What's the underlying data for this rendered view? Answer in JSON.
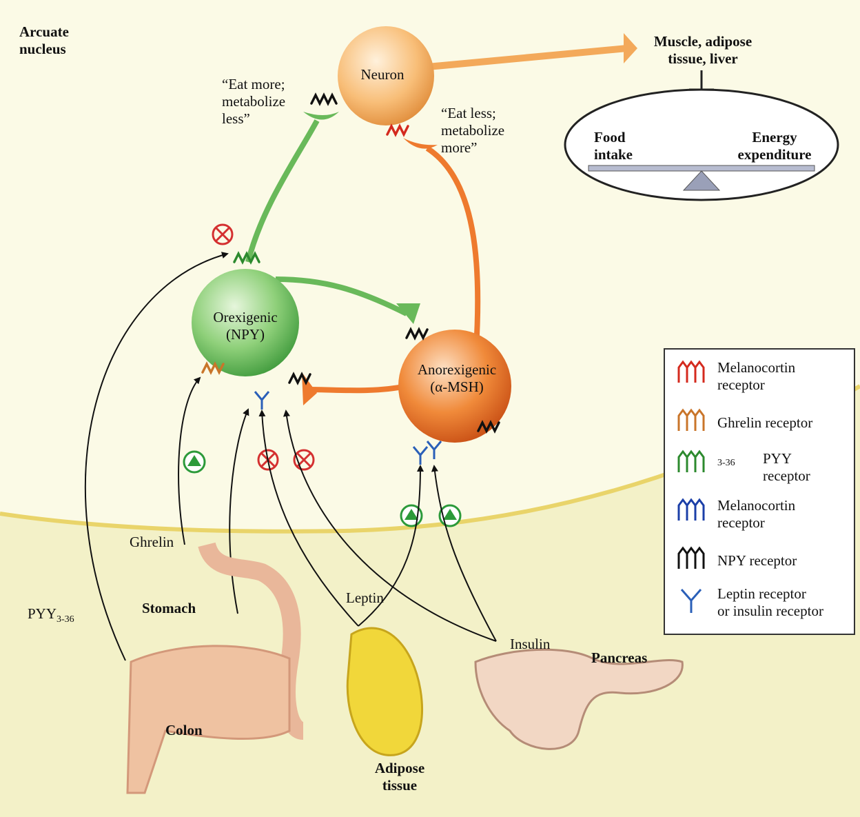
{
  "title": "Arcuate\nnucleus",
  "neurons": {
    "top": "Neuron",
    "orexigenic": "Orexigenic\n(NPY)",
    "anorexigenic": "Anorexigenic\n(α-MSH)"
  },
  "targets": "Muscle, adipose\ntissue, liver",
  "messages": {
    "eat_more": "“Eat more;\nmetabolize\nless”",
    "eat_less": "“Eat less;\nmetabolize\nmore”"
  },
  "balance": {
    "left": "Food\nintake",
    "right": "Energy\nexpenditure"
  },
  "signals": {
    "ghrelin": "Ghrelin",
    "pyy": "PYY",
    "pyy_sub": "3-36",
    "leptin": "Leptin",
    "insulin": "Insulin"
  },
  "organs": {
    "stomach": "Stomach",
    "colon": "Colon",
    "adipose": "Adipose\ntissue",
    "pancreas": "Pancreas"
  },
  "legend": [
    {
      "label": "Melanocortin\nreceptor",
      "color": "#d42a1e",
      "icon": "receptor-icon"
    },
    {
      "label": "Ghrelin receptor",
      "color": "#c9752a",
      "icon": "receptor-icon"
    },
    {
      "label": "PYY",
      "sub": "3-36",
      "suffix": "\nreceptor",
      "color": "#2c8a2e",
      "icon": "receptor-icon"
    },
    {
      "label": "Melanocortin\nreceptor",
      "color": "#1b3fa8",
      "icon": "receptor-icon"
    },
    {
      "label": "NPY receptor",
      "color": "#111111",
      "icon": "receptor-icon"
    },
    {
      "label": "Leptin receptor\nor insulin receptor",
      "color": "#2a5fb8",
      "icon": "y-receptor-icon"
    }
  ],
  "colors": {
    "orexigenic": "#7ec86a",
    "anorexigenic": "#ee7a2e",
    "top_neuron": "#f6b66a",
    "inhibit": "#d43030",
    "stimulate": "#2c9a3a"
  }
}
